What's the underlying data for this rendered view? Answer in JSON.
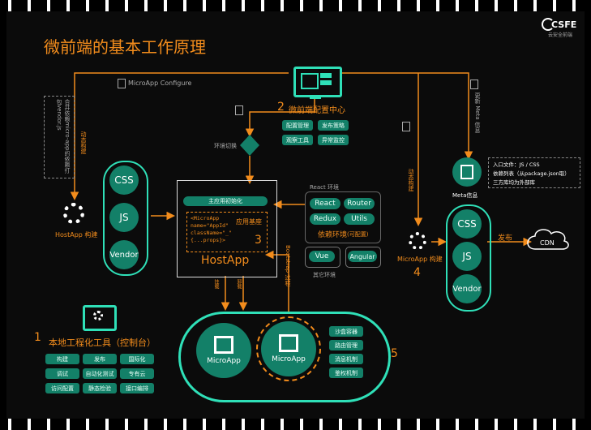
{
  "title": "微前端的基本工作原理",
  "logo": {
    "text": "CSFE",
    "sub": "云安全前端"
  },
  "config_center": {
    "num": "2",
    "title": "微前端配置中心",
    "tags": [
      "配置管理",
      "发布策略",
      "观察工具",
      "异常监控"
    ]
  },
  "notes": {
    "microapp_configure": "MicroApp Configure",
    "env_switch": "环境切换",
    "dynamic_build_left": "动态构建",
    "dynamic_build_right": "动态构建",
    "left_vertical": "合并依赖micro-app的依赖打包vendor.js",
    "meta_update": "更新 Meta 信息",
    "meta_label": "Meta信息",
    "meta_info": [
      "入口文件：JS / CSS",
      "依赖列表（从package.json取）",
      "三方库均为外部库"
    ],
    "react_env": "React 环境",
    "other_env": "其它环境",
    "bootstrap": "Bootstrap 过程",
    "left_arrow_a": "挂载",
    "left_arrow_b": "卸载",
    "publish": "发布",
    "cdn": "CDN"
  },
  "hostapp_left": {
    "label": "HostApp 构建",
    "items": [
      "CSS",
      "JS",
      "Vendor"
    ]
  },
  "hostapp_center": {
    "init": "主应用初始化",
    "code": [
      "<MicroApp",
      "  name=\"AppId\"",
      "  className=\"_\"",
      "  {...props}>"
    ],
    "base": "应用基座",
    "name": "HostApp",
    "num": "3"
  },
  "react_tags": [
    "React",
    "Router",
    "Redux",
    "Utils"
  ],
  "deps_env": "依赖环境",
  "deps_env_sub": "(可配置)",
  "other_tags": [
    "Vue",
    "Angular"
  ],
  "microapp_right": {
    "label": "MicroApp 构建",
    "num": "4",
    "items": [
      "CSS",
      "JS",
      "Vendor"
    ]
  },
  "local_tools": {
    "num": "1",
    "title": "本地工程化工具（控制台）",
    "tags": [
      "构建",
      "发布",
      "国际化",
      "调试",
      "自动化测试",
      "专有云",
      "访问配置",
      "静态检验",
      "接口编排"
    ]
  },
  "runtime": {
    "num": "5",
    "apps": [
      "MicroApp",
      "MicroApp"
    ],
    "tags": [
      "沙盒容器",
      "路由管理",
      "消息机制",
      "鉴权机制"
    ]
  },
  "colors": {
    "accent": "#f28c1c",
    "teal": "#138068",
    "cyan": "#2fe0b8",
    "bg": "#0b0b0b"
  }
}
